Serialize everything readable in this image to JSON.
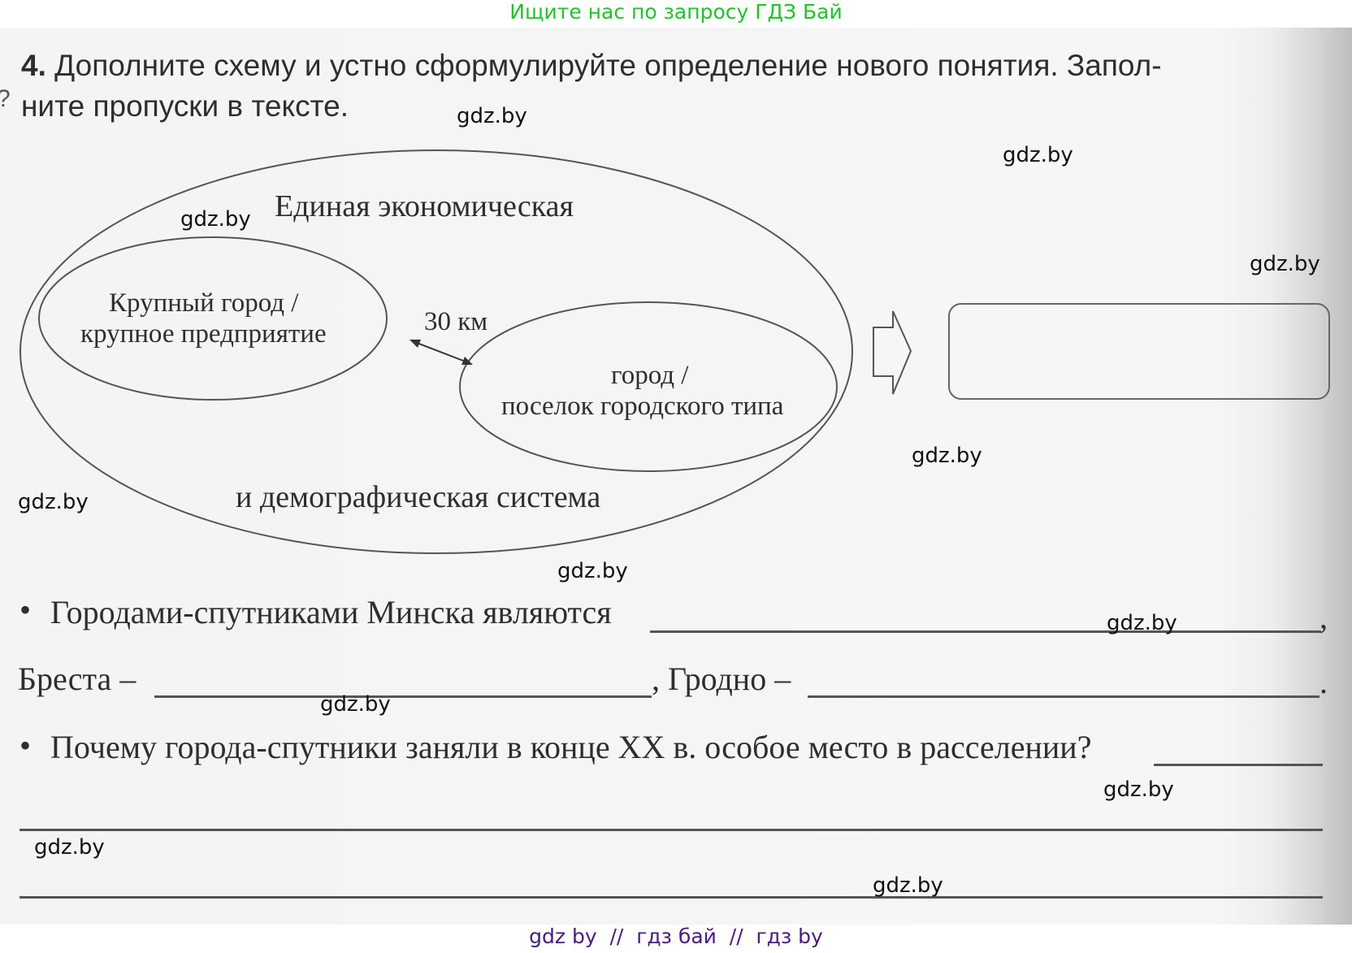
{
  "banner_top": "Ищите нас по запросу ГДЗ Бай",
  "banner_bottom": "gdz by  //  гдз бай  //  гдз by",
  "colors": {
    "banner_top": "#22c22e",
    "banner_bottom": "#4b1a7e"
  },
  "task": {
    "number": "4.",
    "text_line1": "Дополните схему и устно сформулируйте определение нового понятия. Запол-",
    "text_line2": "ните пропуски в тексте."
  },
  "diagram": {
    "outer_top": "Единая экономическая",
    "outer_bottom": "и демографическая система",
    "left_ellipse_line1": "Крупный город /",
    "left_ellipse_line2": "крупное предприятие",
    "distance": "30 км",
    "right_ellipse_line1": "город /",
    "right_ellipse_line2": "поселок городского типа",
    "answer_box_value": ""
  },
  "questions": {
    "q1_prefix": "Городами-спутниками Минска являются",
    "q1_end": ",",
    "brest_label": "Бреста –",
    "grodno_label": ", Гродно –",
    "q2_end": ".",
    "q3": "Почему города-спутники заняли в конце XX в. особое место в расселении?",
    "bullet": "•"
  },
  "watermark": "gdz.by"
}
